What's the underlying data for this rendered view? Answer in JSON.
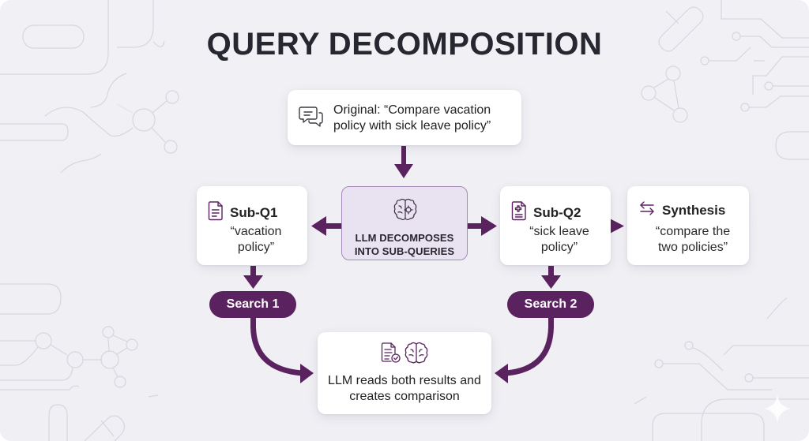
{
  "title": "QUERY DECOMPOSITION",
  "colors": {
    "accent": "#5b2260",
    "llm_box_fill": "#e9e2f1",
    "llm_box_border": "#a48bbb",
    "background": "#f0f0f4",
    "title": "#262730"
  },
  "nodes": {
    "original": {
      "icon": "chat-bubbles-icon",
      "text": "Original: “Compare vacation policy with sick leave policy”"
    },
    "llm_decompose": {
      "icon": "brain-gear-icon",
      "line1": "LLM DECOMPOSES",
      "line2": "INTO SUB-QUERIES"
    },
    "sub_q1": {
      "icon": "document-icon",
      "label": "Sub-Q1",
      "quote": "“vacation policy”"
    },
    "sub_q2": {
      "icon": "medical-document-icon",
      "label": "Sub-Q2",
      "quote": "“sick leave policy”"
    },
    "synthesis": {
      "icon": "swap-arrows-icon",
      "label": "Synthesis",
      "quote": "“compare the two policies”"
    },
    "search_1": {
      "label": "Search 1"
    },
    "search_2": {
      "label": "Search 2"
    },
    "result": {
      "icons": [
        "document-check-icon",
        "brain-icon"
      ],
      "text": "LLM reads both results and creates comparison"
    }
  },
  "edges": [
    {
      "from": "original",
      "to": "llm_decompose"
    },
    {
      "from": "llm_decompose",
      "to": "sub_q1"
    },
    {
      "from": "llm_decompose",
      "to": "sub_q2"
    },
    {
      "from": "sub_q2",
      "to": "synthesis"
    },
    {
      "from": "sub_q1",
      "to": "search_1"
    },
    {
      "from": "sub_q2",
      "to": "search_2"
    },
    {
      "from": "search_1",
      "to": "result"
    },
    {
      "from": "search_2",
      "to": "result"
    }
  ]
}
